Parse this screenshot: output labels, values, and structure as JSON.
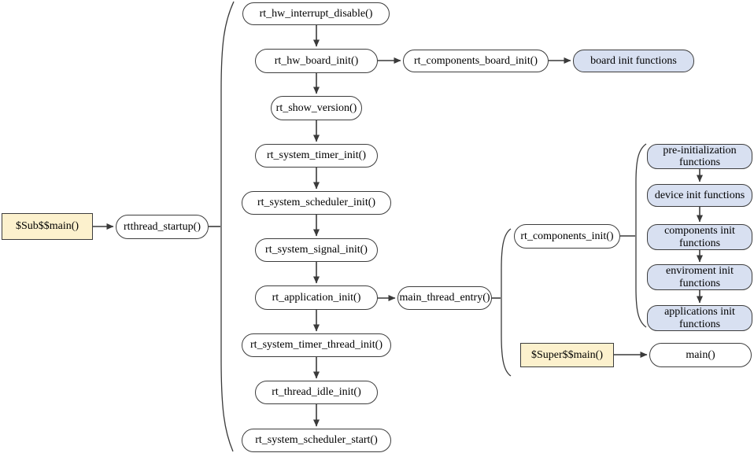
{
  "colors": {
    "blue": "#d8e0f1",
    "yellow": "#fcf1cd",
    "border": "#3d3d3d",
    "arrow": "#3a3a3a",
    "bg": "#ffffff"
  },
  "entry": {
    "sub_main": {
      "label": "$Sub$$main()"
    },
    "rtthread_startup": {
      "label": "rtthread_startup()"
    }
  },
  "startup_sequence": {
    "rt_hw_interrupt_disable": {
      "label": "rt_hw_interrupt_disable()"
    },
    "rt_hw_board_init": {
      "label": "rt_hw_board_init()"
    },
    "rt_components_board_init": {
      "label": "rt_components_board_init()"
    },
    "board_init_functions": {
      "label": "board init functions"
    },
    "rt_show_version": {
      "label": "rt_show_version()"
    },
    "rt_system_timer_init": {
      "label": "rt_system_timer_init()"
    },
    "rt_system_scheduler_init": {
      "label": "rt_system_scheduler_init()"
    },
    "rt_system_signal_init": {
      "label": "rt_system_signal_init()"
    },
    "rt_application_init": {
      "label": "rt_application_init()"
    },
    "rt_system_timer_thread_init": {
      "label": "rt_system_timer_thread_init()"
    },
    "rt_thread_idle_init": {
      "label": "rt_thread_idle_init()"
    },
    "rt_system_scheduler_start": {
      "label": "rt_system_scheduler_start()"
    }
  },
  "main_thread": {
    "main_thread_entry": {
      "label": "main_thread_entry()"
    },
    "rt_components_init": {
      "label": "rt_components_init()"
    },
    "super_main": {
      "label": "$Super$$main()"
    },
    "main": {
      "label": "main()"
    }
  },
  "components_init_groups": {
    "pre_initialization_functions": {
      "label": "pre-initialization functions"
    },
    "device_init_functions": {
      "label": "device init functions"
    },
    "components_init_functions": {
      "label": "components init functions"
    },
    "enviroment_init_functions": {
      "label": "enviroment init functions"
    },
    "applications_init_functions": {
      "label": "applications init functions"
    }
  }
}
